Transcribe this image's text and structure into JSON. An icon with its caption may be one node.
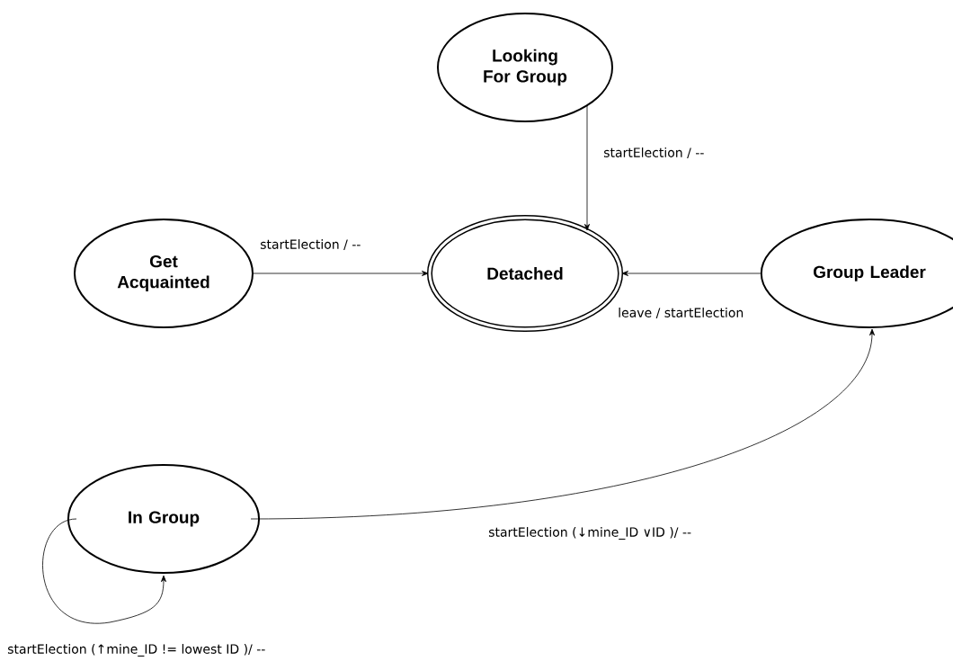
{
  "diagram": {
    "nodes": [
      {
        "text": [
          "Looking For Group"
        ]
      },
      {
        "text": [
          "Get Acquainted"
        ]
      },
      {
        "text": [
          "Detached"
        ]
      },
      {
        "text": [
          "Group Leader"
        ]
      },
      {
        "text": [
          "In Group"
        ]
      }
    ],
    "edges": [
      {
        "from": 0,
        "to": 2,
        "arrow": "to",
        "label": "startElection / --"
      },
      {
        "from": 1,
        "to": 2,
        "arrow": "to",
        "label": "startElection / --"
      },
      {
        "from": 3,
        "to": 2,
        "arrow": "to",
        "label": "leave / startElection"
      },
      {
        "from": 4,
        "to": 3,
        "arrow": "to",
        "label": "startElection (↓mine_ID ∨ID )/ --"
      },
      {
        "from": 4,
        "to": 4,
        "arrow": "to",
        "label": "startElection (↑mine_ID != lowest ID )/ --"
      }
    ]
  }
}
